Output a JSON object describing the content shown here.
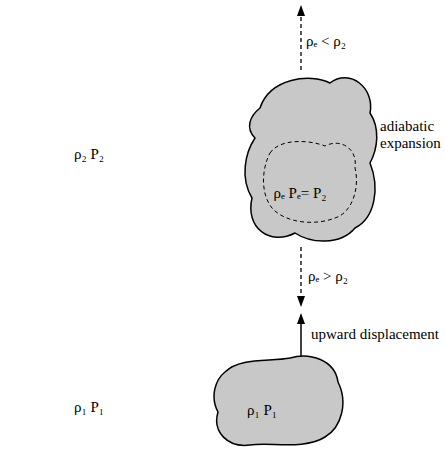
{
  "diagram": {
    "nodes": [
      {
        "text": [
          "ρₑ  Pₑ= P₂"
        ]
      },
      {
        "text": [
          "ρ₁  P₁"
        ]
      }
    ],
    "labels": [
      "ρₑ < ρ₂",
      "adiabatic expansion",
      "ρ₂  P₂",
      "ρₑ > ρ₂",
      "upward displacement",
      "ρ₁  P₁"
    ]
  }
}
